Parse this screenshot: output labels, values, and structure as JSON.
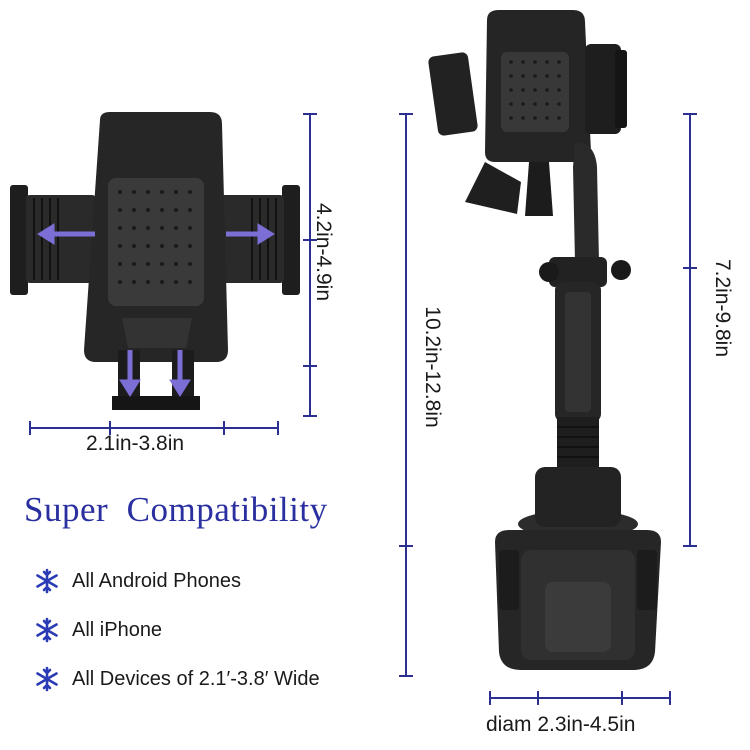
{
  "dimensions": {
    "holder_height": "4.2in-4.9in",
    "holder_width": "2.1in-3.8in",
    "total_height": "10.2in-12.8in",
    "arm_height": "7.2in-9.8in",
    "base_diameter": "diam 2.3in-4.5in"
  },
  "headline": "Super  Compatibility",
  "features": [
    {
      "icon": "snowflake-icon",
      "label": "All Android Phones"
    },
    {
      "icon": "snowflake-icon",
      "label": "All iPhone"
    },
    {
      "icon": "snowflake-icon",
      "label": "All Devices of 2.1′-3.8′ Wide"
    }
  ],
  "colors": {
    "dimension_line": "#2b2f8f",
    "arrow": "#7b6fd6",
    "headline": "#2a2fa0",
    "snowflake": "#2a3bb5",
    "product": "#1f1f1f"
  }
}
